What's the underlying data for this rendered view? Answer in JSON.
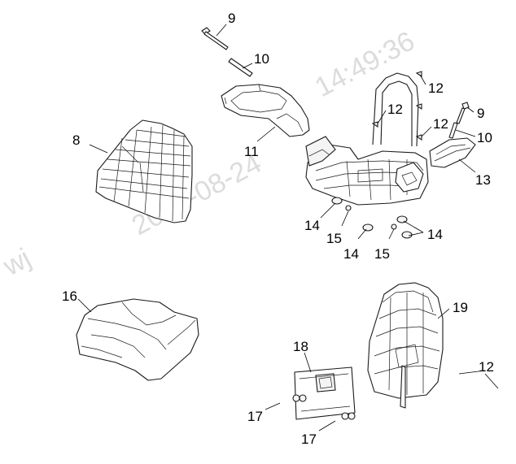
{
  "watermark": {
    "timestamp_text": "14:49:36",
    "date_fragment": "2021-08-24",
    "initials": "wj"
  },
  "callouts": {
    "c8": "8",
    "c9a": "9",
    "c10a": "10",
    "c11": "11",
    "c12a": "12",
    "c12b": "12",
    "c12c": "12",
    "c9b": "9",
    "c10b": "10",
    "c13": "13",
    "c14a": "14",
    "c15a": "15",
    "c14b": "14",
    "c15b": "15",
    "c14c": "14",
    "c16": "16",
    "c19": "19",
    "c18": "18",
    "c12d": "12",
    "c17a": "17",
    "c17b": "17"
  }
}
